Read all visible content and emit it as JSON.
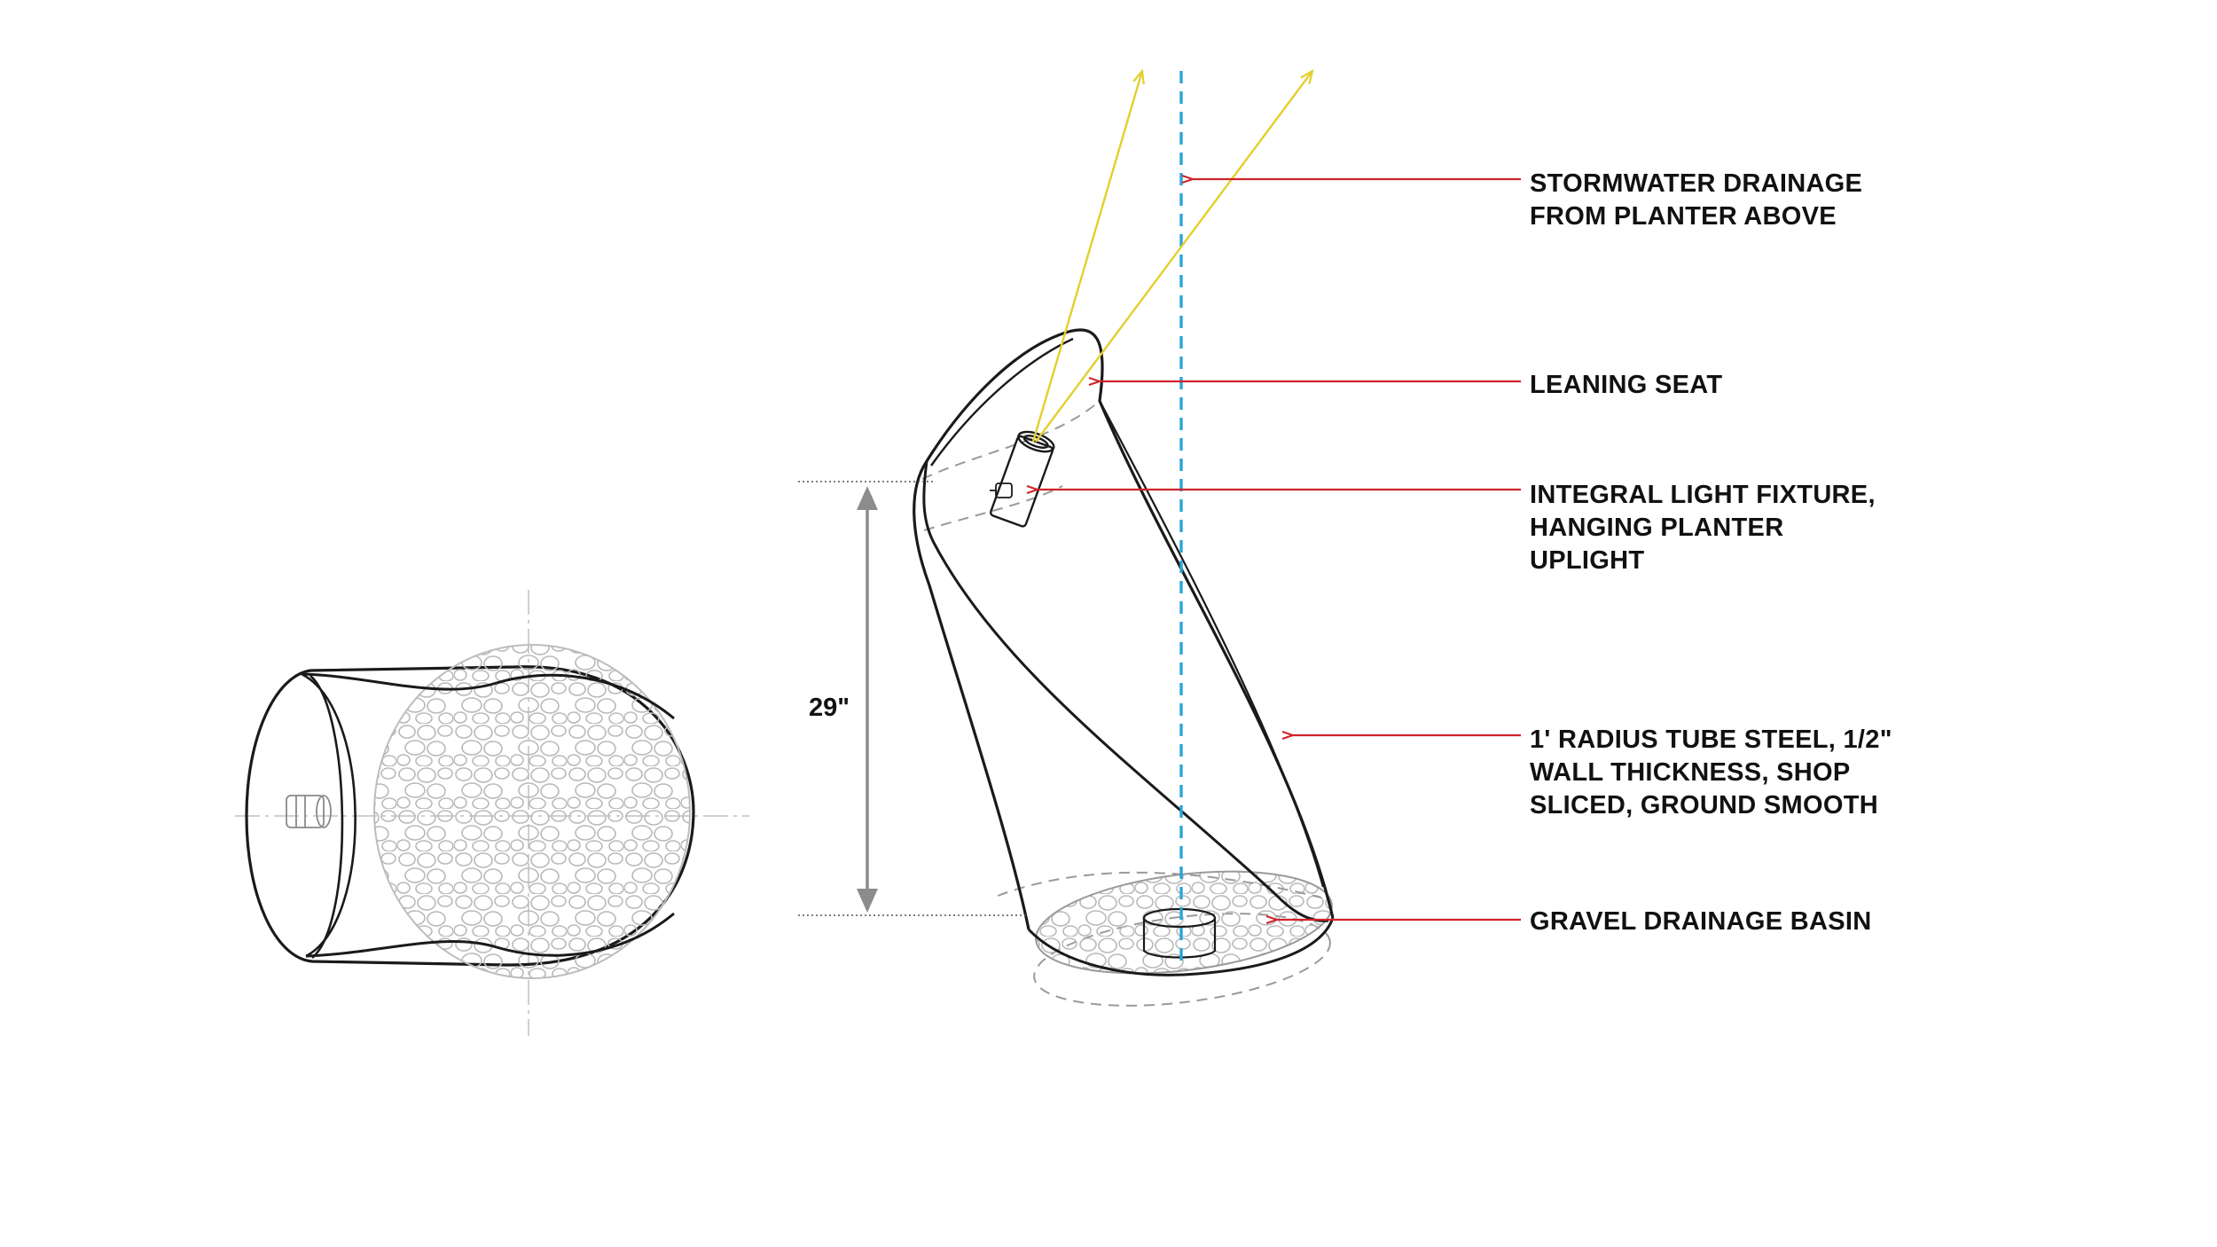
{
  "colors": {
    "line": "#1a1a1a",
    "hidden": "#9a9a9a",
    "gravel": "#b9b9b9",
    "leader": "#d0232b",
    "light_ray": "#e3cf2e",
    "water_axis": "#2aa5d8",
    "dimension": "#8c8c8c"
  },
  "dimension": {
    "label": "29\""
  },
  "callouts": [
    {
      "lines": [
        "STORMWATER DRAINAGE",
        "FROM PLANTER ABOVE"
      ]
    },
    {
      "lines": [
        "LEANING SEAT"
      ]
    },
    {
      "lines": [
        "INTEGRAL LIGHT FIXTURE,",
        "HANGING PLANTER",
        "UPLIGHT"
      ]
    },
    {
      "lines": [
        "1' RADIUS TUBE STEEL, 1/2\"",
        "WALL THICKNESS, SHOP",
        "SLICED, GROUND SMOOTH"
      ]
    },
    {
      "lines": [
        "GRAVEL DRAINAGE BASIN"
      ]
    }
  ]
}
